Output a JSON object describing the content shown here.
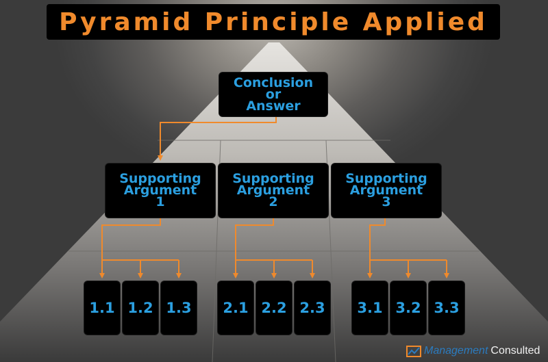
{
  "title": "Pyramid Principle Applied",
  "conclusion": [
    "Conclusion",
    "or",
    "Answer"
  ],
  "arguments": [
    {
      "line1": "Supporting",
      "line2": "Argument",
      "line3": "1"
    },
    {
      "line1": "Supporting",
      "line2": "Argument",
      "line3": "2"
    },
    {
      "line1": "Supporting",
      "line2": "Argument",
      "line3": "3"
    }
  ],
  "sub_points": [
    "1.1",
    "1.2",
    "1.3",
    "2.1",
    "2.2",
    "2.3",
    "3.1",
    "3.2",
    "3.3"
  ],
  "logo": {
    "word1": "Management",
    "word2": "Consulted"
  },
  "colors": {
    "connector": "#f08a2c",
    "box_text": "#2b9fe0",
    "title_text": "#f08a2c"
  }
}
